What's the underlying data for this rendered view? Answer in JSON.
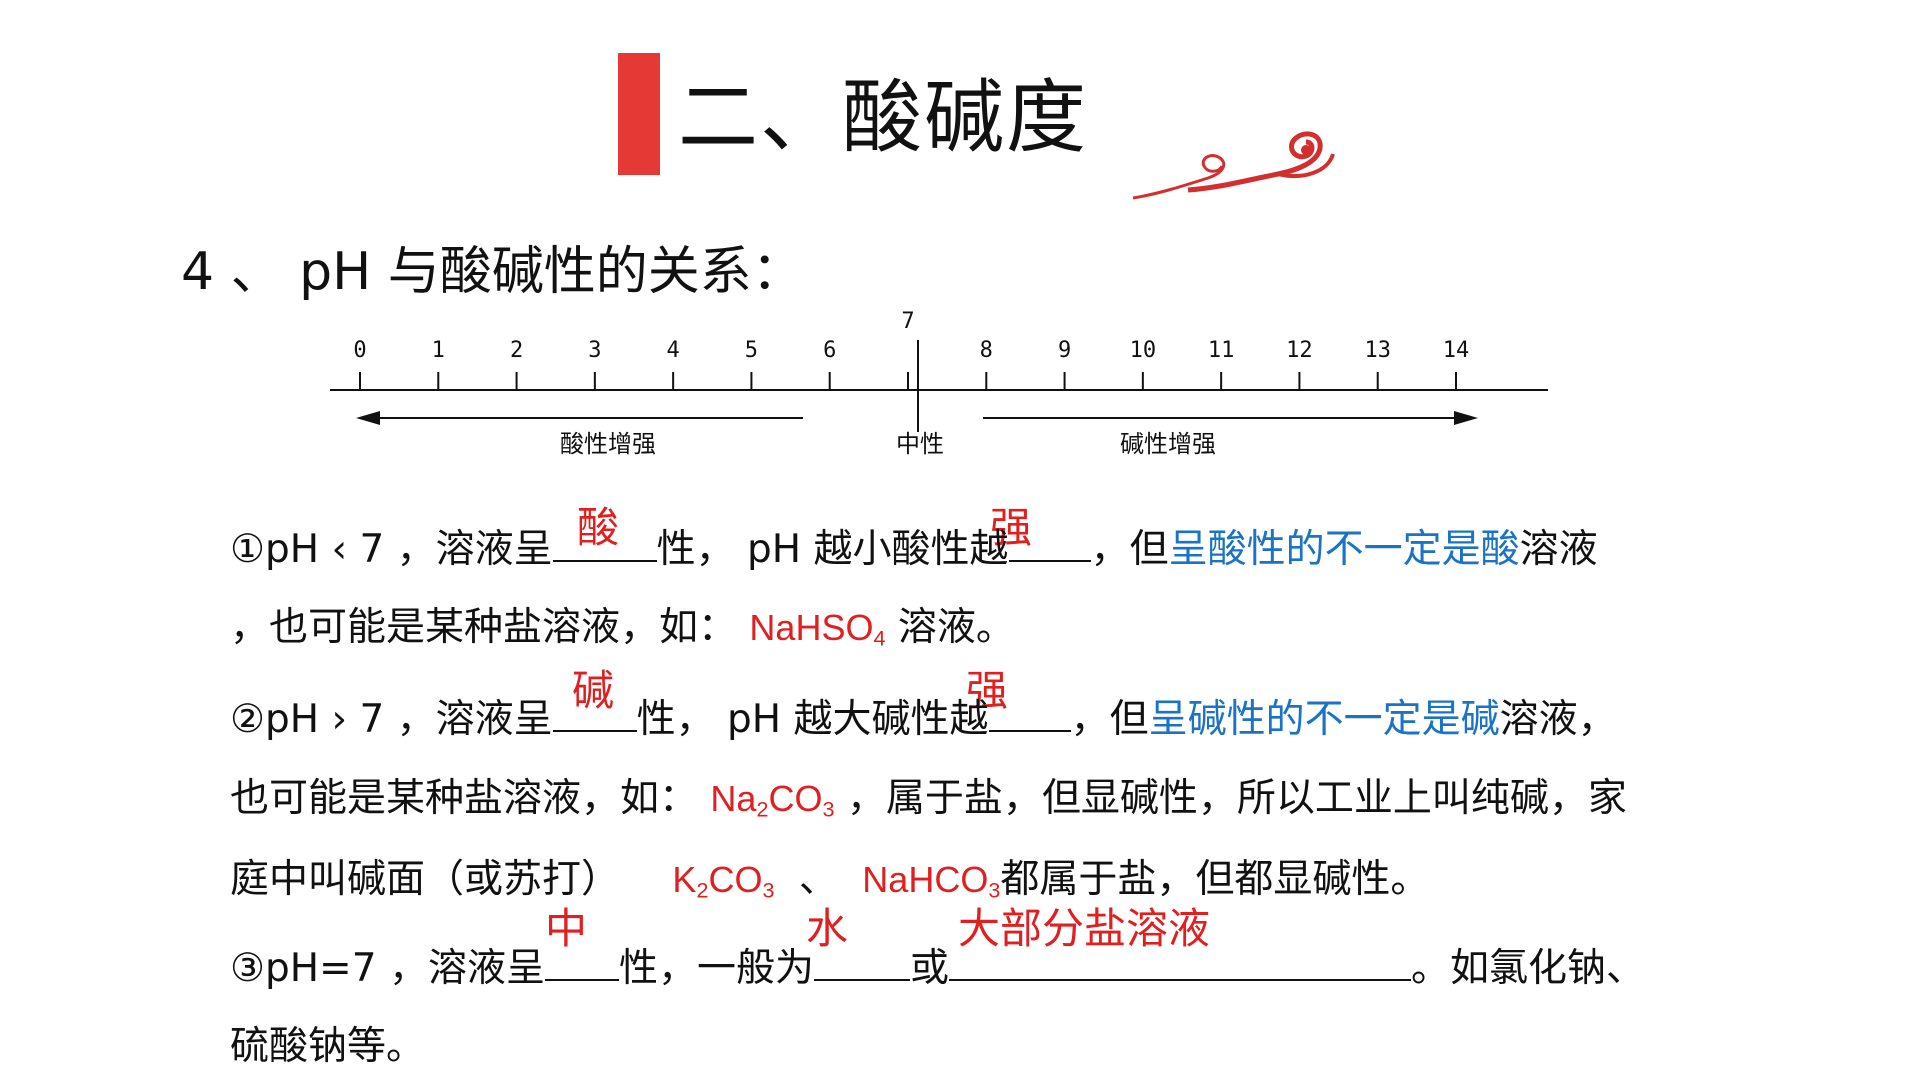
{
  "title": "二、酸碱度",
  "subtitle": "4 、 pH 与酸碱性的关系：",
  "colors": {
    "accent_red": "#e53935",
    "blue": "#1a73c4",
    "answer_red": "#e02020"
  },
  "ph_scale": {
    "ticks": [
      "0",
      "1",
      "2",
      "3",
      "4",
      "5",
      "6",
      "7",
      "8",
      "9",
      "10",
      "11",
      "12",
      "13",
      "14"
    ],
    "acid_label": "酸性增强",
    "neutral_label": "中性",
    "base_label": "碱性增强"
  },
  "item1": {
    "marker": "①",
    "text_a": "pH ‹ 7 ，溶液呈",
    "text_b": "性， pH 越小酸性越",
    "text_c": "，但",
    "blue": "呈酸性的不一定是酸",
    "text_d": "溶液",
    "line2_a": "，也可能是某种盐溶液，如：",
    "formula": "NaHSO",
    "formula_sub": "4",
    "line2_b": " 溶液。",
    "answer_1": "酸",
    "answer_2": "强"
  },
  "item2": {
    "marker": "②",
    "text_a": "pH › 7 ，溶液呈",
    "text_b": "性， pH 越大碱性越",
    "text_c": "，但",
    "blue": "呈碱性的不一定是碱",
    "text_d": "溶液，",
    "line2_a": "也可能是某种盐溶液，如：",
    "formula_a": "Na",
    "formula_a_sub1": "2",
    "formula_a_mid": "CO",
    "formula_a_sub2": "3",
    "line2_b": " ，属于盐，但显碱性，所以工业上叫纯碱，家",
    "line3_a": "庭中叫碱面（或苏打）",
    "formula_b": "K",
    "formula_b_sub1": "2",
    "formula_b_mid": "CO",
    "formula_b_sub2": "3",
    "sep": "、",
    "formula_c": "NaHCO",
    "formula_c_sub": "3",
    "line3_b": "都属于盐，但都显碱性。",
    "answer_1": "碱",
    "answer_2": "强"
  },
  "item3": {
    "marker": "③",
    "text_a": "pH=7 ，溶液呈",
    "text_b": "性，一般为",
    "text_c": "或",
    "text_d": "。如氯化钠、",
    "line2": "硫酸钠等。",
    "answer_1": "中",
    "answer_2": "水",
    "answer_3": "大部分盐溶液"
  }
}
